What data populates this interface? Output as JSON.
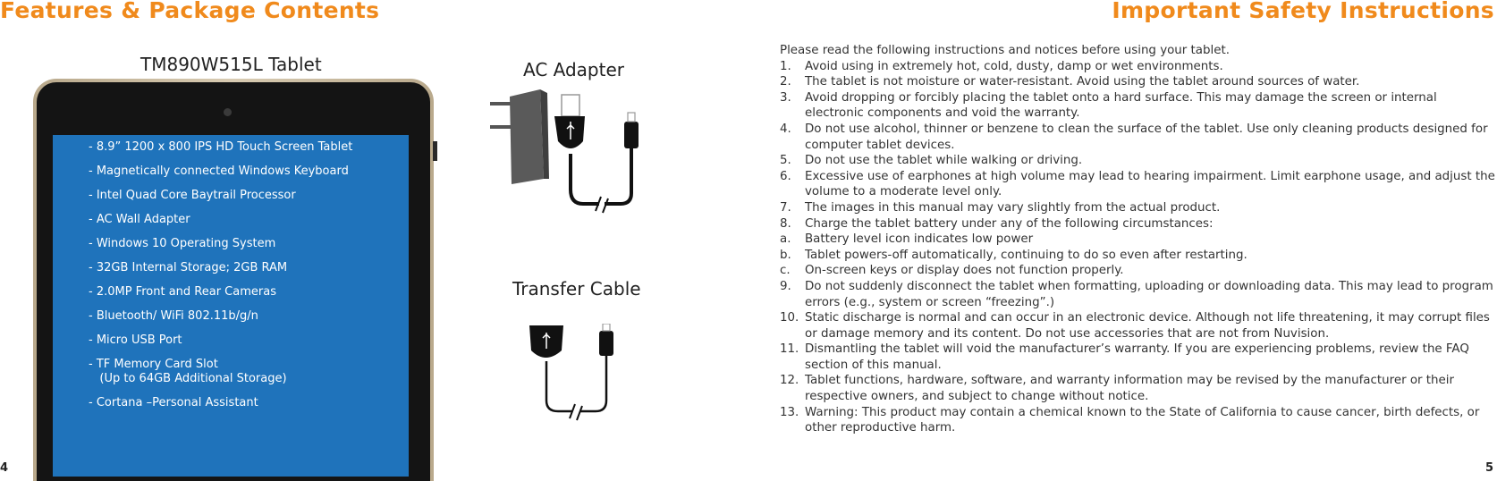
{
  "left_page": {
    "title": "Features & Package Contents",
    "tablet_label": "TM890W515L Tablet",
    "features": [
      "- 8.9” 1200 x 800 IPS HD Touch Screen Tablet",
      "- Magnetically connected Windows Keyboard",
      "- Intel Quad Core Baytrail Processor",
      "- AC Wall Adapter",
      "- Windows 10 Operating System",
      "- 32GB Internal Storage; 2GB RAM",
      "- 2.0MP Front and Rear Cameras",
      "- Bluetooth/ WiFi 802.11b/g/n",
      "- Micro USB Port",
      "- TF Memory Card Slot\n   (Up to 64GB Additional Storage)",
      "- Cortana –Personal Assistant"
    ],
    "ac_adapter_label": "AC Adapter",
    "transfer_cable_label": "Transfer Cable",
    "page_number": "4"
  },
  "right_page": {
    "title": "Important Safety Instructions",
    "intro": "Please read the following instructions and notices before using your tablet.",
    "items": [
      {
        "num": "1.",
        "text": "Avoid using in extremely hot, cold, dusty, damp or wet environments."
      },
      {
        "num": "2.",
        "text": "The tablet is not moisture or water-resistant. Avoid using the tablet around sources of water."
      },
      {
        "num": "3.",
        "text": "Avoid dropping or forcibly placing the tablet onto a hard surface. This may damage the screen or internal electronic components and void the warranty."
      },
      {
        "num": "4.",
        "text": "Do not use alcohol, thinner or benzene to clean the surface of the tablet. Use only cleaning products designed for computer tablet devices."
      },
      {
        "num": "5.",
        "text": "Do not use the tablet while walking or driving."
      },
      {
        "num": "6.",
        "text": "Excessive use of earphones at high volume may lead to hearing impairment. Limit earphone usage, and adjust the volume to a moderate level only."
      },
      {
        "num": "7.",
        "text": "The images in this manual may vary slightly from the actual product."
      },
      {
        "num": "8.",
        "text": "Charge the tablet battery under any of the following circumstances:"
      },
      {
        "num": "a.",
        "text": "Battery level icon indicates low power"
      },
      {
        "num": "b.",
        "text": "Tablet powers-off automatically, continuing to do so even after restarting."
      },
      {
        "num": "c.",
        "text": "On-screen keys or display does not function properly."
      },
      {
        "num": "9.",
        "text": "Do not suddenly disconnect the tablet when formatting, uploading or downloading data. This may lead to program errors (e.g., system or screen “freezing”.)"
      },
      {
        "num": "10.",
        "text": "Static discharge is normal and can occur in an electronic device. Although not life threatening, it may corrupt files or damage memory and its content. Do not use accessories that are not from Nuvision."
      },
      {
        "num": "11.",
        "text": "Dismantling the tablet will void the manufacturer’s warranty. If you are experiencing problems, review the FAQ section of this manual."
      },
      {
        "num": "12.",
        "text": "Tablet functions, hardware, software, and warranty information may be revised by the manufacturer or their respective owners, and subject to change without notice."
      },
      {
        "num": "13.",
        "text": "Warning: This product may contain a chemical known to the State of California to cause cancer, birth defects, or other reproductive harm."
      }
    ],
    "page_number": "5"
  },
  "colors": {
    "heading": "#f08a1c",
    "screen": "#1f73bb",
    "body_text": "#333333"
  }
}
